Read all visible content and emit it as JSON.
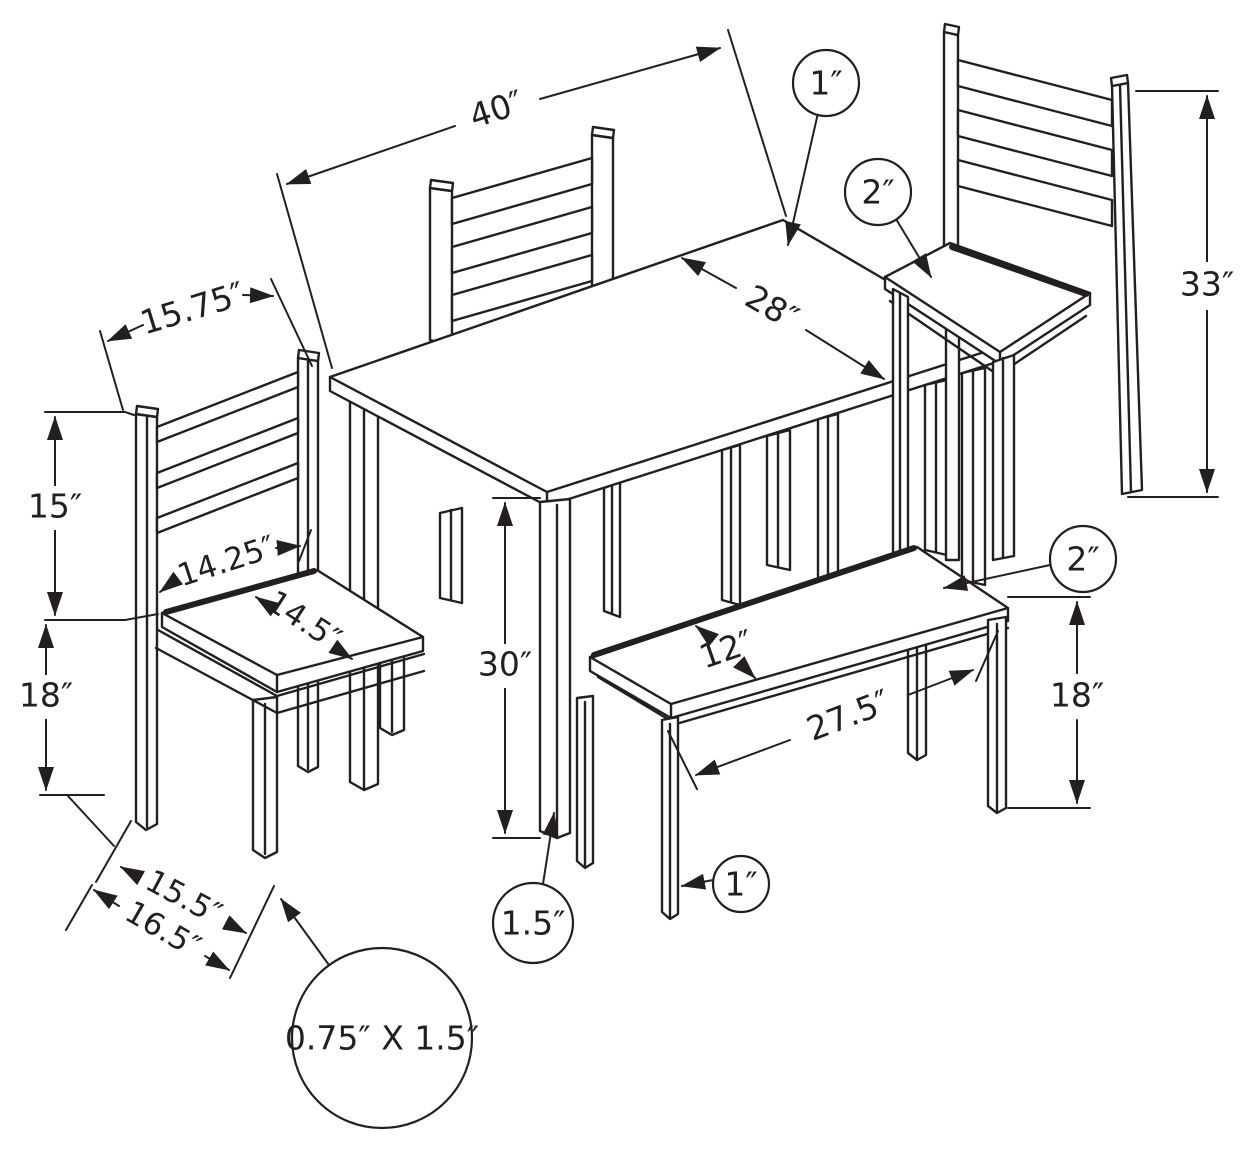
{
  "figure": {
    "type": "furniture-dimension-diagram",
    "subject": "5-piece dining set: table, ladder-back chairs and bench",
    "background": "#ffffff",
    "ink": "#231f20"
  },
  "dims": {
    "table_length": {
      "label": "40″"
    },
    "table_depth": {
      "label": "28″"
    },
    "table_height": {
      "label": "30″"
    },
    "tabletop_thickness": {
      "label": "1″"
    },
    "table_leg_thickness": {
      "label": "1.5″"
    },
    "chair_back_width": {
      "label": "15.75″"
    },
    "chair_back_height": {
      "label": "15″"
    },
    "chair_seat_height": {
      "label": "18″"
    },
    "chair_seat_width": {
      "label": "14.25″"
    },
    "chair_seat_depth": {
      "label": "14.5″"
    },
    "chair_footprint_width": {
      "label": "15.5″"
    },
    "chair_footprint_depth": {
      "label": "16.5″"
    },
    "chair_leg_section": {
      "label": "0.75″ X 1.5″"
    },
    "chair_total_height": {
      "label": "33″"
    },
    "chair_cushion_thickness": {
      "label": "2″"
    },
    "bench_depth": {
      "label": "12″"
    },
    "bench_length": {
      "label": "27.5″"
    },
    "bench_height": {
      "label": "18″"
    },
    "bench_cushion_thickness": {
      "label": "2″"
    },
    "bench_leg_thickness": {
      "label": "1″"
    }
  }
}
